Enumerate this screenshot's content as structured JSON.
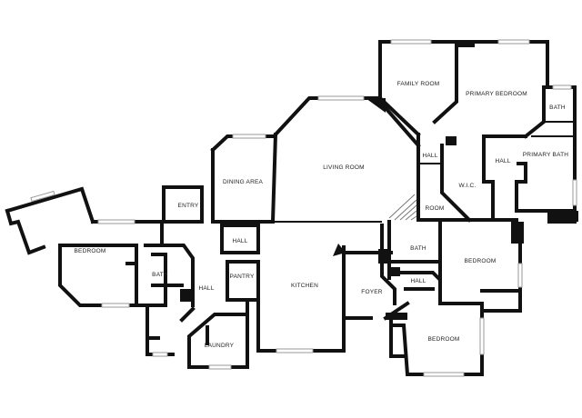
{
  "floor_plan": {
    "rooms": [
      {
        "id": "family-room",
        "label": "FAMILY ROOM"
      },
      {
        "id": "primary-bedroom",
        "label": "PRIMARY BEDROOM"
      },
      {
        "id": "bath-primary",
        "label": "BATH"
      },
      {
        "id": "hall-north",
        "label": "HALL"
      },
      {
        "id": "hall-closet",
        "label": "HALL"
      },
      {
        "id": "primary-bath",
        "label": "PRIMARY BATH"
      },
      {
        "id": "wic",
        "label": "W.I.C."
      },
      {
        "id": "room",
        "label": "ROOM"
      },
      {
        "id": "living-room",
        "label": "LIVING ROOM"
      },
      {
        "id": "dining-area",
        "label": "DINING AREA"
      },
      {
        "id": "entry",
        "label": "ENTRY"
      },
      {
        "id": "hall-west",
        "label": "HALL"
      },
      {
        "id": "bedroom-west",
        "label": "BEDROOM"
      },
      {
        "id": "bath-west",
        "label": "BATH"
      },
      {
        "id": "hall-southwest",
        "label": "HALL"
      },
      {
        "id": "pantry",
        "label": "PANTRY"
      },
      {
        "id": "kitchen",
        "label": "KITCHEN"
      },
      {
        "id": "laundry",
        "label": "LAUNDRY"
      },
      {
        "id": "bath-east",
        "label": "BATH"
      },
      {
        "id": "foyer",
        "label": "FOYER"
      },
      {
        "id": "hall-east",
        "label": "HALL"
      },
      {
        "id": "bedroom-east",
        "label": "BEDROOM"
      },
      {
        "id": "bedroom-south",
        "label": "BEDROOM"
      }
    ]
  }
}
